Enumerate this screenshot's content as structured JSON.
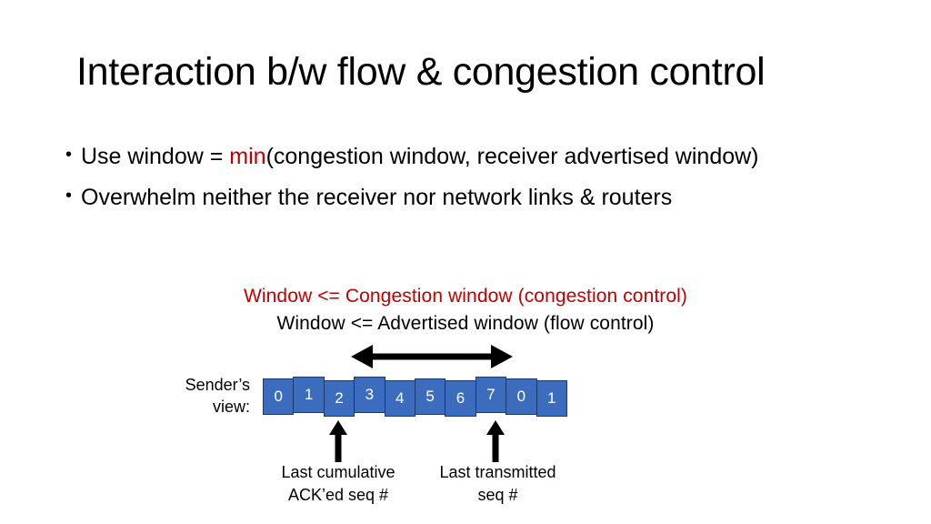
{
  "slide": {
    "title": "Interaction b/w flow & congestion control",
    "bullets": [
      {
        "marker": "•",
        "pre": "Use window = ",
        "accent": "min",
        "post": "(congestion window, receiver advertised window)"
      },
      {
        "marker": "•",
        "pre": "Overwhelm neither the receiver nor network links & routers",
        "accent": "",
        "post": ""
      }
    ],
    "captions": {
      "congestion": "Window <= Congestion window (congestion control)",
      "flow": "Window <=  Advertised window (flow control)"
    },
    "diagram": {
      "sender_view_label": "Sender’s\nview:",
      "sender_view_line1": "Sender’s",
      "sender_view_line2": "view:",
      "sequence_numbers": [
        "0",
        "1",
        "2",
        "3",
        "4",
        "5",
        "6",
        "7",
        "0",
        "1"
      ],
      "window_span_label": "",
      "ack_pointer_label": "Last cumulative\nACK’ed seq #",
      "ack_pointer_line1": "Last cumulative",
      "ack_pointer_line2": "ACK’ed seq #",
      "tx_pointer_label": "Last transmitted\nseq #",
      "tx_pointer_line1": "Last transmitted",
      "tx_pointer_line2": "seq #"
    },
    "colors": {
      "accent_red": "#C00000",
      "cell_blue": "#3B6CBE",
      "cell_border": "#1B3A6B",
      "text_black": "#000000",
      "background": "#FFFFFF"
    }
  }
}
